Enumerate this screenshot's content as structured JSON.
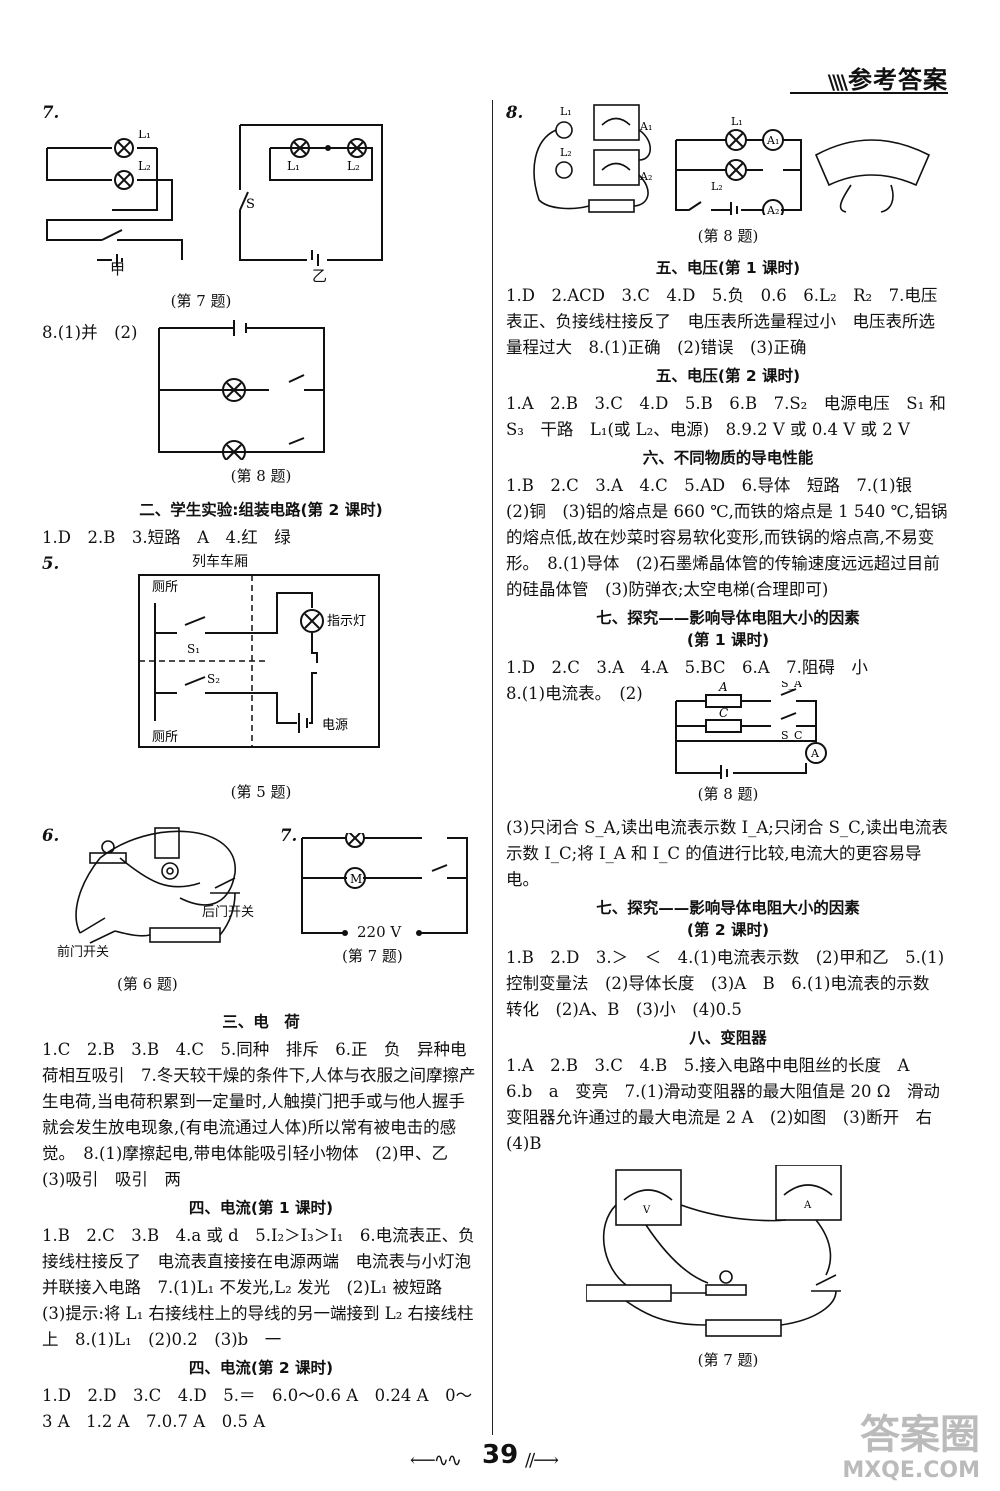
{
  "header": {
    "title": "参考答案",
    "marks": "\\\\\\\\"
  },
  "left": {
    "q7_label": "7.",
    "q7_fig_a_label": "甲",
    "q7_fig_b_label": "乙",
    "q7_caption": "(第 7 题)",
    "q8_line": "8.(1)并　(2)",
    "q8_caption": "(第 8 题)",
    "sec2_title": "二、学生实验:组装电路(第 2 课时)",
    "sec2_line1": "1.D　2.B　3.短路　A　4.红　绿",
    "sec2_q5_label": "5.",
    "sec2_q5_fig_title": "列车车厢",
    "sec2_q5_caption": "(第 5 题)",
    "sec2_q6_label": "6.",
    "sec2_q7_label": "7.",
    "sec2_q6_caption": "(第 6 题)",
    "sec2_q7_caption": "(第 7 题)",
    "sec3_title": "三、电　荷",
    "sec3_text": "1.C　2.B　3.B　4.C　5.同种　排斥　6.正　负　异种电荷相互吸引　7.冬天较干燥的条件下,人体与衣服之间摩擦产生电荷,当电荷积累到一定量时,人触摸门把手或与他人握手就会发生放电现象,(有电流通过人体)所以常有被电击的感觉。　8.(1)摩擦起电,带电体能吸引轻小物体　(2)甲、乙　(3)吸引　吸引　两",
    "sec4a_title": "四、电流(第 1 课时)",
    "sec4a_text": "1.B　2.C　3.B　4.a 或 d　5.I₂＞I₃＞I₁　6.电流表正、负接线柱接反了　电流表直接接在电源两端　电流表与小灯泡并联接入电路　7.(1)L₁ 不发光,L₂ 发光　(2)L₁ 被短路　(3)提示:将 L₁ 右接线柱上的导线的另一端接到 L₂ 右接线柱上　8.(1)L₁　(2)0.2　(3)b　一",
    "sec4b_title": "四、电流(第 2 课时)",
    "sec4b_text": "1.D　2.D　3.C　4.D　5.＝　6.0～0.6 A　0.24 A　0～3 A　1.2 A　7.0.7 A　0.5 A"
  },
  "right": {
    "q8_label": "8.",
    "q8_caption": "(第 8 题)",
    "sec5a_title": "五、电压(第 1 课时)",
    "sec5a_text": "1.D　2.ACD　3.C　4.D　5.负　0.6　6.L₂　R₂　7.电压表正、负接线柱接反了　电压表所选量程过小　电压表所选量程过大　8.(1)正确　(2)错误　(3)正确",
    "sec5b_title": "五、电压(第 2 课时)",
    "sec5b_text": "1.A　2.B　3.C　4.D　5.B　6.B　7.S₂　电源电压　S₁ 和 S₃　干路　L₁(或 L₂、电源)　8.9.2 V 或 0.4 V 或 2 V",
    "sec6_title": "六、不同物质的导电性能",
    "sec6_text": "1.B　2.C　3.A　4.C　5.AD　6.导体　短路　7.(1)银　(2)铜　(3)铝的熔点是 660 ℃,而铁的熔点是 1 540 ℃,铝锅的熔点低,故在炒菜时容易软化变形,而铁锅的熔点高,不易变形。　8.(1)导体　(2)石墨烯晶体管的传输速度远远超过目前的硅晶体管　(3)防弹衣;太空电梯(合理即可)",
    "sec7a_title": "七、探究——影响导体电阻大小的因素",
    "sec7a_sub": "(第 1 课时)",
    "sec7a_line1": "1.D　2.C　3.A　4.A　5.BC　6.A　7.阻碍　小",
    "sec7a_line2": "8.(1)电流表。　(2)",
    "sec7a_caption": "(第 8 题)",
    "sec7a_text2": "(3)只闭合 S_A,读出电流表示数 I_A;只闭合 S_C,读出电流表示数 I_C;将 I_A 和 I_C 的值进行比较,电流大的更容易导电。",
    "sec7b_title": "七、探究——影响导体电阻大小的因素",
    "sec7b_sub": "(第 2 课时)",
    "sec7b_text": "1.B　2.D　3.＞　＜　4.(1)电流表示数　(2)甲和乙　5.(1)控制变量法　(2)导体长度　(3)A　B　6.(1)电流表的示数　转化　(2)A、B　(3)小　(4)0.5",
    "sec8_title": "八、变阻器",
    "sec8_text": "1.A　2.B　3.C　4.B　5.接入电路中电阻丝的长度　A　6.b　a　变亮　7.(1)滑动变阻器的最大阻值是 20 Ω　滑动变阻器允许通过的最大电流是 2 A　(2)如图　(3)断开　右　(4)B",
    "sec8_caption": "(第 7 题)"
  },
  "labels": {
    "L1": "L₁",
    "L2": "L₂",
    "S": "S",
    "S1": "S₁",
    "S2": "S₂",
    "SA": "S_A",
    "SC": "S_C",
    "A": "A",
    "C": "C",
    "A1": "A₁",
    "A2": "A₂",
    "M": "M",
    "V220": "220 V",
    "toilet": "厕所",
    "indicator": "指示灯",
    "power": "电源",
    "front_switch": "前门开关",
    "back_switch": "后门开关",
    "V": "V"
  },
  "footer": {
    "page": "39",
    "watermark_top": "答案圈",
    "watermark_bottom": "MXQE.COM"
  }
}
